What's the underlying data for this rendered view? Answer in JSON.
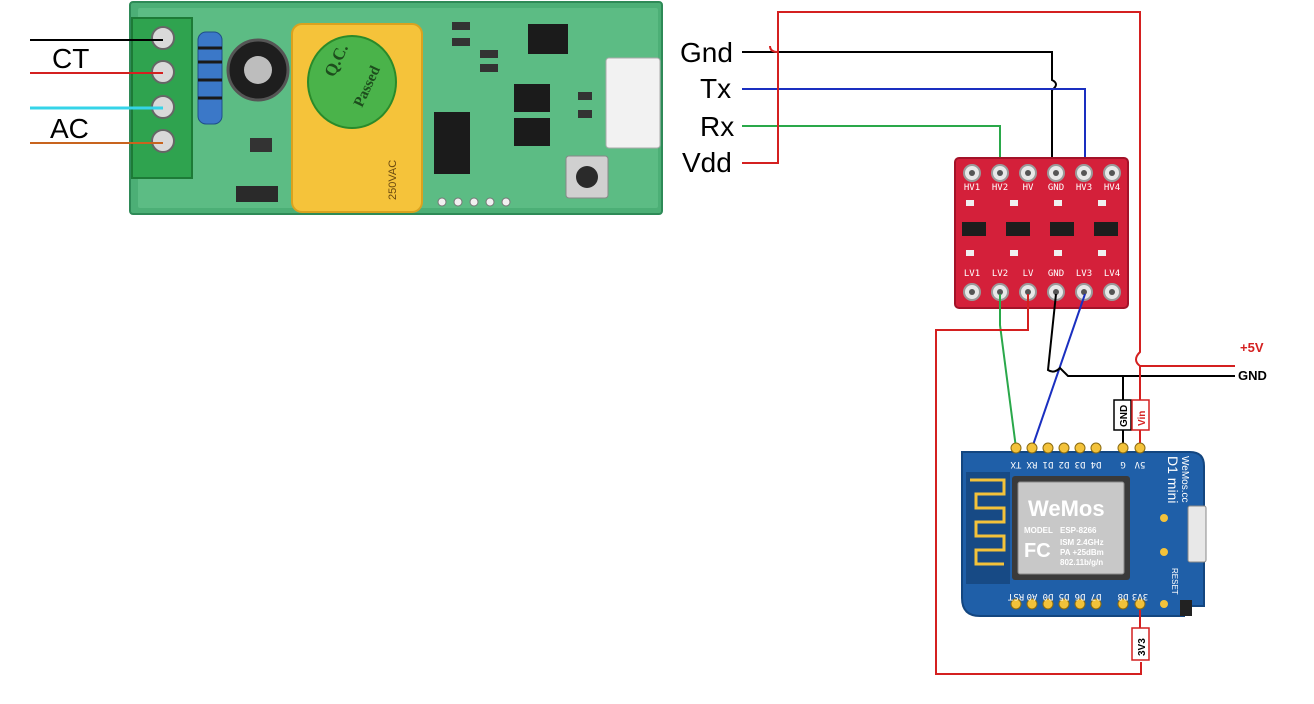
{
  "pzem": {
    "label_ct": "CT",
    "label_ac": "AC",
    "cap_text_1": "Q.C.",
    "cap_text_2": "Passed",
    "cap_rating": "250VAC"
  },
  "serial_labels": {
    "gnd": "Gnd",
    "tx": "Tx",
    "rx": "Rx",
    "vdd": "Vdd"
  },
  "level_shifter": {
    "hv_pins": [
      "HV1",
      "HV2",
      "HV",
      "GND",
      "HV3",
      "HV4"
    ],
    "lv_pins": [
      "LV1",
      "LV2",
      "LV",
      "GND",
      "LV3",
      "LV4"
    ]
  },
  "power": {
    "plus5v": "+5V",
    "gnd": "GND"
  },
  "wemos": {
    "top_pins": [
      "TX",
      "RX",
      "D1",
      "D2",
      "D3",
      "D4",
      "G",
      "5V"
    ],
    "bottom_pins": [
      "RST",
      "A0",
      "D0",
      "D5",
      "D6",
      "D7",
      "D8",
      "3V3"
    ],
    "brand": "WeMos",
    "model_label": "MODEL",
    "model": "ESP-8266",
    "spec1": "ISM 2.4GHz",
    "spec2": "PA +25dBm",
    "spec3": "802.11b/g/n",
    "fcc": "FC",
    "d1mini": "D1 mini",
    "site": "WeMos.cc",
    "reset": "RESET",
    "tag_gnd": "GND",
    "tag_vin": "Vin",
    "tag_3v3": "3V3"
  },
  "colors": {
    "red": "#d42020",
    "black": "#000000",
    "blue": "#1a2fc0",
    "green": "#2aa84a",
    "cyan": "#35d4e8",
    "orange": "#c8641e",
    "pcb_green": "#4caf76",
    "shifter_red": "#d4203a",
    "wemos_blue": "#1f5fa8"
  }
}
